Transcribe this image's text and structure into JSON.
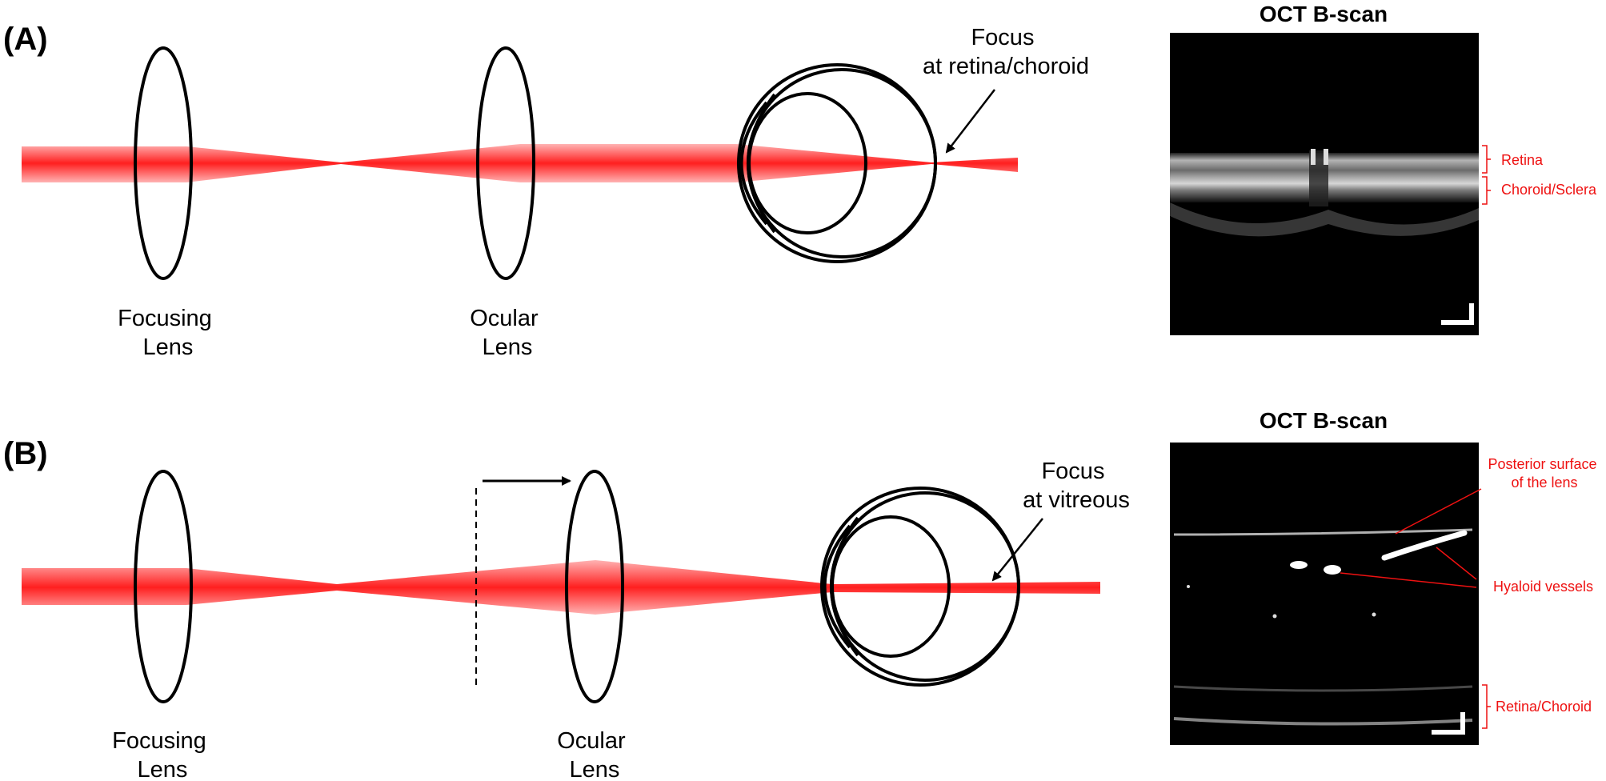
{
  "colors": {
    "beam": "#ff1f1f",
    "annotation": "#ee1111",
    "outline": "#000000",
    "scan_background": "#000000"
  },
  "panel_a": {
    "letter": "(A)",
    "focusing_lens": [
      "Focusing",
      "Lens"
    ],
    "ocular_lens": [
      "Ocular",
      "Lens"
    ],
    "focus_note": [
      "Focus",
      "at retina/choroid"
    ],
    "scan_title": "OCT B-scan",
    "layers": [
      "Retina",
      "Choroid/Sclera"
    ]
  },
  "panel_b": {
    "letter": "(B)",
    "focusing_lens": [
      "Focusing",
      "Lens"
    ],
    "ocular_lens": [
      "Ocular",
      "Lens"
    ],
    "focus_note": [
      "Focus",
      "at vitreous"
    ],
    "scan_title": "OCT B-scan",
    "lens_surface_note": [
      "Posterior surface",
      "of the lens"
    ],
    "vessels_note": "Hyaloid vessels",
    "fundus_note": "Retina/Choroid"
  }
}
